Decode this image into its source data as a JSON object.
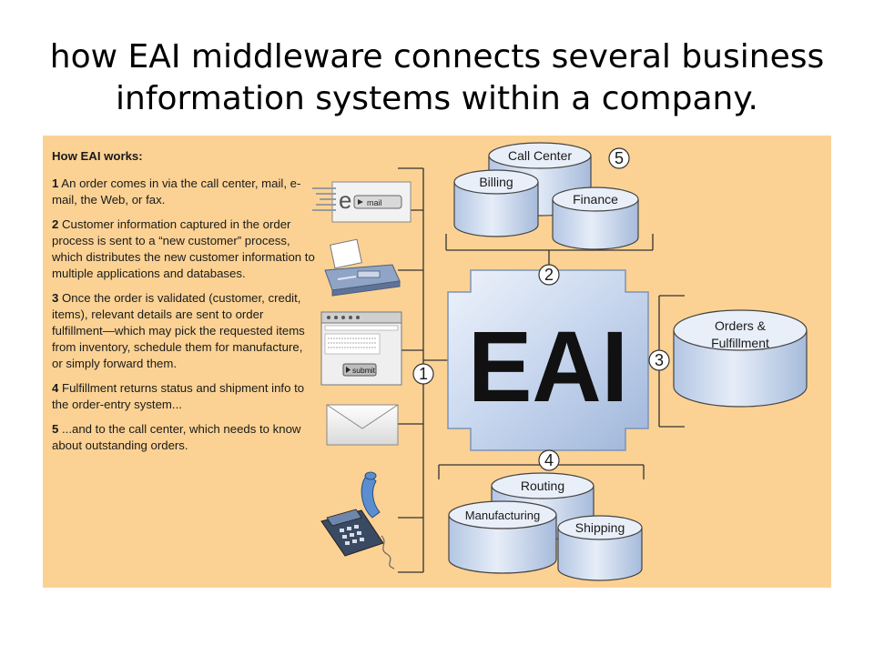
{
  "title": {
    "line1": "how EAI middleware connects several business",
    "line2": "information systems within a company."
  },
  "panel": {
    "heading": "How EAI works:",
    "steps": [
      {
        "num": "1",
        "text": "An order comes in via the call center, mail, e-mail, the Web, or fax."
      },
      {
        "num": "2",
        "text": "Customer information captured in the order process is sent to a “new customer” process, which distributes the new customer information to multiple applications and databases."
      },
      {
        "num": "3",
        "text": "Once the order is validated (customer, credit, items), relevant details are sent to order fulfillment—which may pick the requested items from inventory, schedule them for manufacture, or simply forward them."
      },
      {
        "num": "4",
        "text": "Fulfillment returns status and shipment info to the order-entry system..."
      },
      {
        "num": "5",
        "text": "...and to the call center, which needs to know about outstanding orders."
      }
    ]
  },
  "diagram": {
    "center_label": "EAI",
    "email_tag": "mail",
    "email_letter": "e",
    "submit_label": "submit",
    "markers": [
      "1",
      "2",
      "3",
      "4",
      "5"
    ],
    "databases": {
      "call_center": "Call Center",
      "billing": "Billing",
      "finance": "Finance",
      "orders_line1": "Orders &",
      "orders_line2": "Fulfillment",
      "routing": "Routing",
      "manufacturing": "Manufacturing",
      "shipping": "Shipping"
    },
    "icons": [
      "email-icon",
      "fax-icon",
      "web-form-icon",
      "envelope-icon",
      "telephone-icon"
    ],
    "colors": {
      "panel": "#fbd294",
      "cylinder_fill": "#d7e2f2",
      "cylinder_shade": "#a9bedc",
      "eai_block": "#b9cbe6"
    }
  }
}
